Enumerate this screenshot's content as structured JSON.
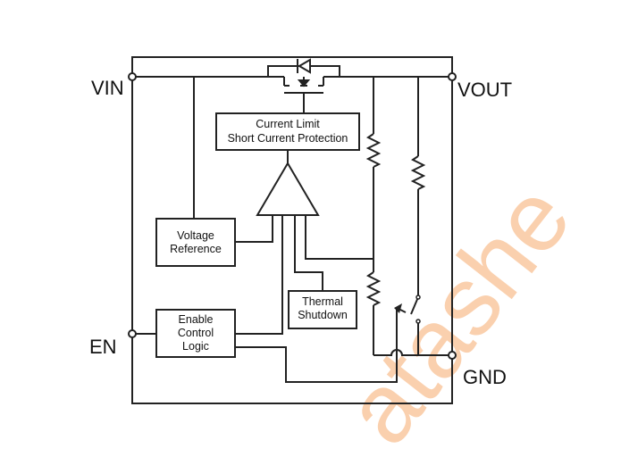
{
  "pins": {
    "vin": "VIN",
    "vout": "VOUT",
    "en": "EN",
    "gnd": "GND"
  },
  "blocks": {
    "current_limit": [
      "Current Limit",
      "Short Current Protection"
    ],
    "voltage_reference": [
      "Voltage",
      "Reference"
    ],
    "thermal_shutdown": [
      "Thermal",
      "Shutdown"
    ],
    "enable_control": [
      "Enable",
      "Control",
      "Logic"
    ]
  },
  "watermark": "atashe",
  "colors": {
    "line": "#222222",
    "watermark": "#f7a25a"
  }
}
